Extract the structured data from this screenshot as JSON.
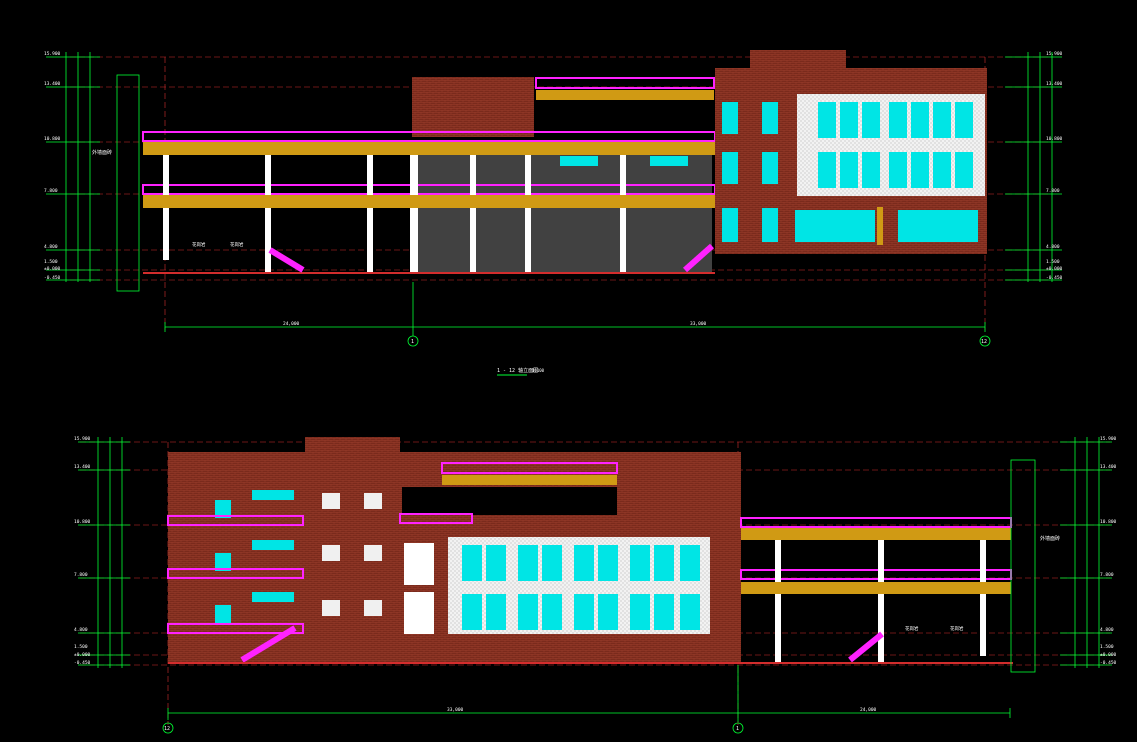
{
  "drawing": {
    "title": "1 - 12 轴立面图",
    "scale": "1:100"
  },
  "colors": {
    "background": "#000000",
    "brick": "#7a2a1c",
    "brick_dark": "#5a1d14",
    "slab": "#d09a14",
    "railing": "#ff22ff",
    "glass": "#00e5e5",
    "white": "#ffffff",
    "dim": "#00ff33",
    "grid": "#ff3333",
    "wall_grey": "#3c3c3c"
  },
  "upper": {
    "grid_bubbles": [
      "1",
      "12"
    ],
    "overall_dims": [
      "24,000",
      "33,000"
    ],
    "left_levels": [
      "15.900",
      "13.400",
      "10.800",
      "7.800",
      "4.800",
      "1.500",
      "±0.000",
      "-0.450"
    ],
    "right_levels": [
      "15.900",
      "13.400",
      "10.800",
      "7.800",
      "4.800",
      "1.500",
      "±0.000",
      "-0.450"
    ],
    "left_note": "外墙面砖",
    "ground_notes": [
      "花岗岩",
      "花岗岩"
    ]
  },
  "lower": {
    "grid_bubbles": [
      "12",
      "1"
    ],
    "overall_dims": [
      "33,000",
      "24,000"
    ],
    "left_levels": [
      "15.900",
      "13.400",
      "10.800",
      "7.800",
      "4.800",
      "1.500",
      "±0.000",
      "-0.450"
    ],
    "right_levels": [
      "15.900",
      "13.400",
      "10.800",
      "7.800",
      "4.800",
      "1.500",
      "±0.000",
      "-0.450"
    ],
    "right_note": "外墙面砖",
    "ground_notes": [
      "花岗岩",
      "花岗岩"
    ]
  }
}
